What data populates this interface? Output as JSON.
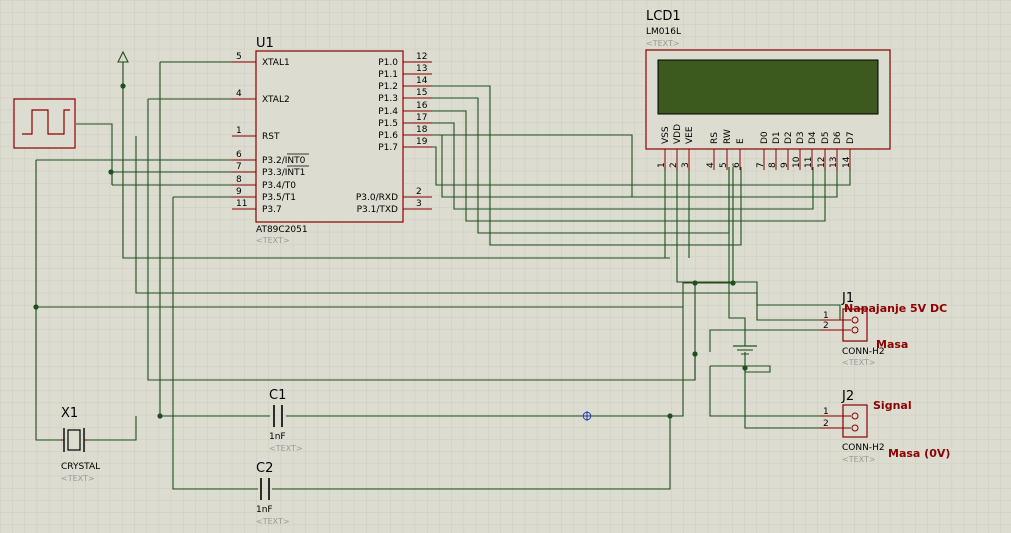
{
  "u1": {
    "ref": "U1",
    "part": "AT89C2051",
    "text": "<TEXT>",
    "left_pins": [
      {
        "num": "5",
        "name": "XTAL1"
      },
      {
        "num": "4",
        "name": "XTAL2"
      },
      {
        "num": "1",
        "name": "RST"
      },
      {
        "num": "6",
        "name": "P3.2/INT0"
      },
      {
        "num": "7",
        "name": "P3.3/INT1"
      },
      {
        "num": "8",
        "name": "P3.4/T0"
      },
      {
        "num": "9",
        "name": "P3.5/T1"
      },
      {
        "num": "11",
        "name": "P3.7"
      }
    ],
    "right_pins": [
      {
        "num": "12",
        "name": "P1.0"
      },
      {
        "num": "13",
        "name": "P1.1"
      },
      {
        "num": "14",
        "name": "P1.2"
      },
      {
        "num": "15",
        "name": "P1.3"
      },
      {
        "num": "16",
        "name": "P1.4"
      },
      {
        "num": "17",
        "name": "P1.5"
      },
      {
        "num": "18",
        "name": "P1.6"
      },
      {
        "num": "19",
        "name": "P1.7"
      },
      {
        "num": "2",
        "name": "P3.0/RXD"
      },
      {
        "num": "3",
        "name": "P3.1/TXD"
      }
    ]
  },
  "lcd": {
    "ref": "LCD1",
    "part": "LM016L",
    "text": "<TEXT>",
    "screen_color": "#3c5a1e",
    "pins": [
      {
        "num": "1",
        "name": "VSS"
      },
      {
        "num": "2",
        "name": "VDD"
      },
      {
        "num": "3",
        "name": "VEE"
      },
      {
        "num": "4",
        "name": "RS"
      },
      {
        "num": "5",
        "name": "RW"
      },
      {
        "num": "6",
        "name": "E"
      },
      {
        "num": "7",
        "name": "D0"
      },
      {
        "num": "8",
        "name": "D1"
      },
      {
        "num": "9",
        "name": "D2"
      },
      {
        "num": "10",
        "name": "D3"
      },
      {
        "num": "11",
        "name": "D4"
      },
      {
        "num": "12",
        "name": "D5"
      },
      {
        "num": "13",
        "name": "D6"
      },
      {
        "num": "14",
        "name": "D7"
      }
    ]
  },
  "j1": {
    "ref": "J1",
    "part": "CONN-H2",
    "text": "<TEXT>",
    "pins": [
      "1",
      "2"
    ],
    "label1": "Napajanje 5V DC",
    "label2": "Masa"
  },
  "j2": {
    "ref": "J2",
    "part": "CONN-H2",
    "text": "<TEXT>",
    "pins": [
      "1",
      "2"
    ],
    "label1": "Signal",
    "label2": "Masa (0V)"
  },
  "x1": {
    "ref": "X1",
    "part": "CRYSTAL",
    "text": "<TEXT>"
  },
  "c1": {
    "ref": "C1",
    "value": "1nF",
    "text": "<TEXT>"
  },
  "c2": {
    "ref": "C2",
    "value": "1nF",
    "text": "<TEXT>"
  },
  "colors": {
    "background": "#dcdcd0",
    "grid": "#c6c6b8",
    "wire": "#1f4f1f",
    "component": "#8b0000",
    "label": "#8b0000",
    "hint": "#9a9a9a"
  },
  "icons": {
    "signal_generator": "square-wave-icon",
    "power": "power-terminal-icon",
    "ground": "ground-icon",
    "probe": "probe-icon"
  }
}
